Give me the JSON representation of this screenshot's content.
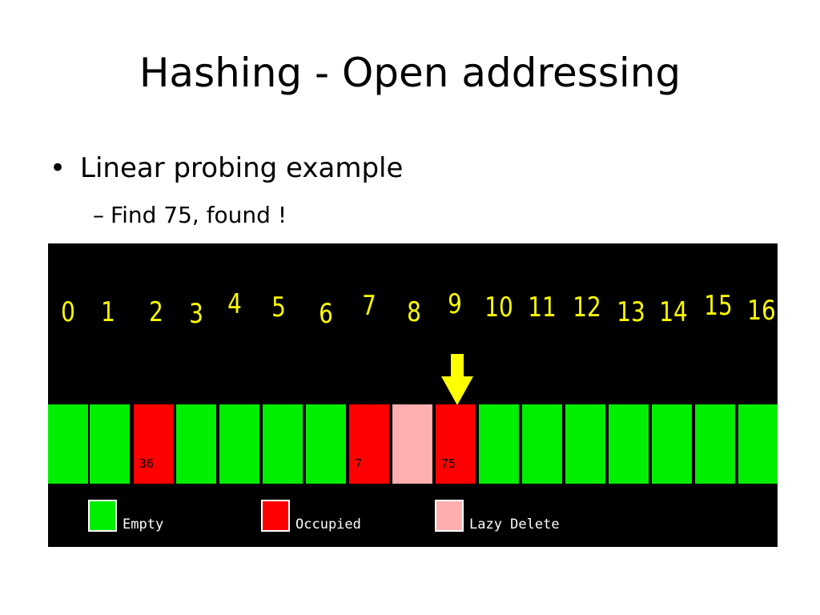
{
  "slide": {
    "title": "Hashing - Open addressing",
    "bullet": "Linear probing example",
    "bullet_marker": "•",
    "subbullet": "Find 75, found !",
    "subbullet_marker": "–"
  },
  "colors": {
    "empty": "#00ee00",
    "occupied": "#ff0000",
    "lazy_delete": "#ffafaf",
    "index_text": "#ffff00",
    "arrow": "#ffff00",
    "panel_background": "#000000"
  },
  "table": {
    "indices": [
      "0",
      "1",
      "2",
      "3",
      "4",
      "5",
      "6",
      "7",
      "8",
      "9",
      "10",
      "11",
      "12",
      "13",
      "14",
      "15",
      "16"
    ],
    "cells": [
      {
        "state": "empty",
        "value": ""
      },
      {
        "state": "empty",
        "value": ""
      },
      {
        "state": "occupied",
        "value": "36"
      },
      {
        "state": "empty",
        "value": ""
      },
      {
        "state": "empty",
        "value": ""
      },
      {
        "state": "empty",
        "value": ""
      },
      {
        "state": "empty",
        "value": ""
      },
      {
        "state": "occupied",
        "value": "7"
      },
      {
        "state": "lazy_delete",
        "value": ""
      },
      {
        "state": "occupied",
        "value": "75"
      },
      {
        "state": "empty",
        "value": ""
      },
      {
        "state": "empty",
        "value": ""
      },
      {
        "state": "empty",
        "value": ""
      },
      {
        "state": "empty",
        "value": ""
      },
      {
        "state": "empty",
        "value": ""
      },
      {
        "state": "empty",
        "value": ""
      },
      {
        "state": "empty",
        "value": ""
      }
    ],
    "pointer_index": 9
  },
  "legend": {
    "empty": "Empty",
    "occupied": "Occupied",
    "lazy_delete": "Lazy Delete"
  }
}
